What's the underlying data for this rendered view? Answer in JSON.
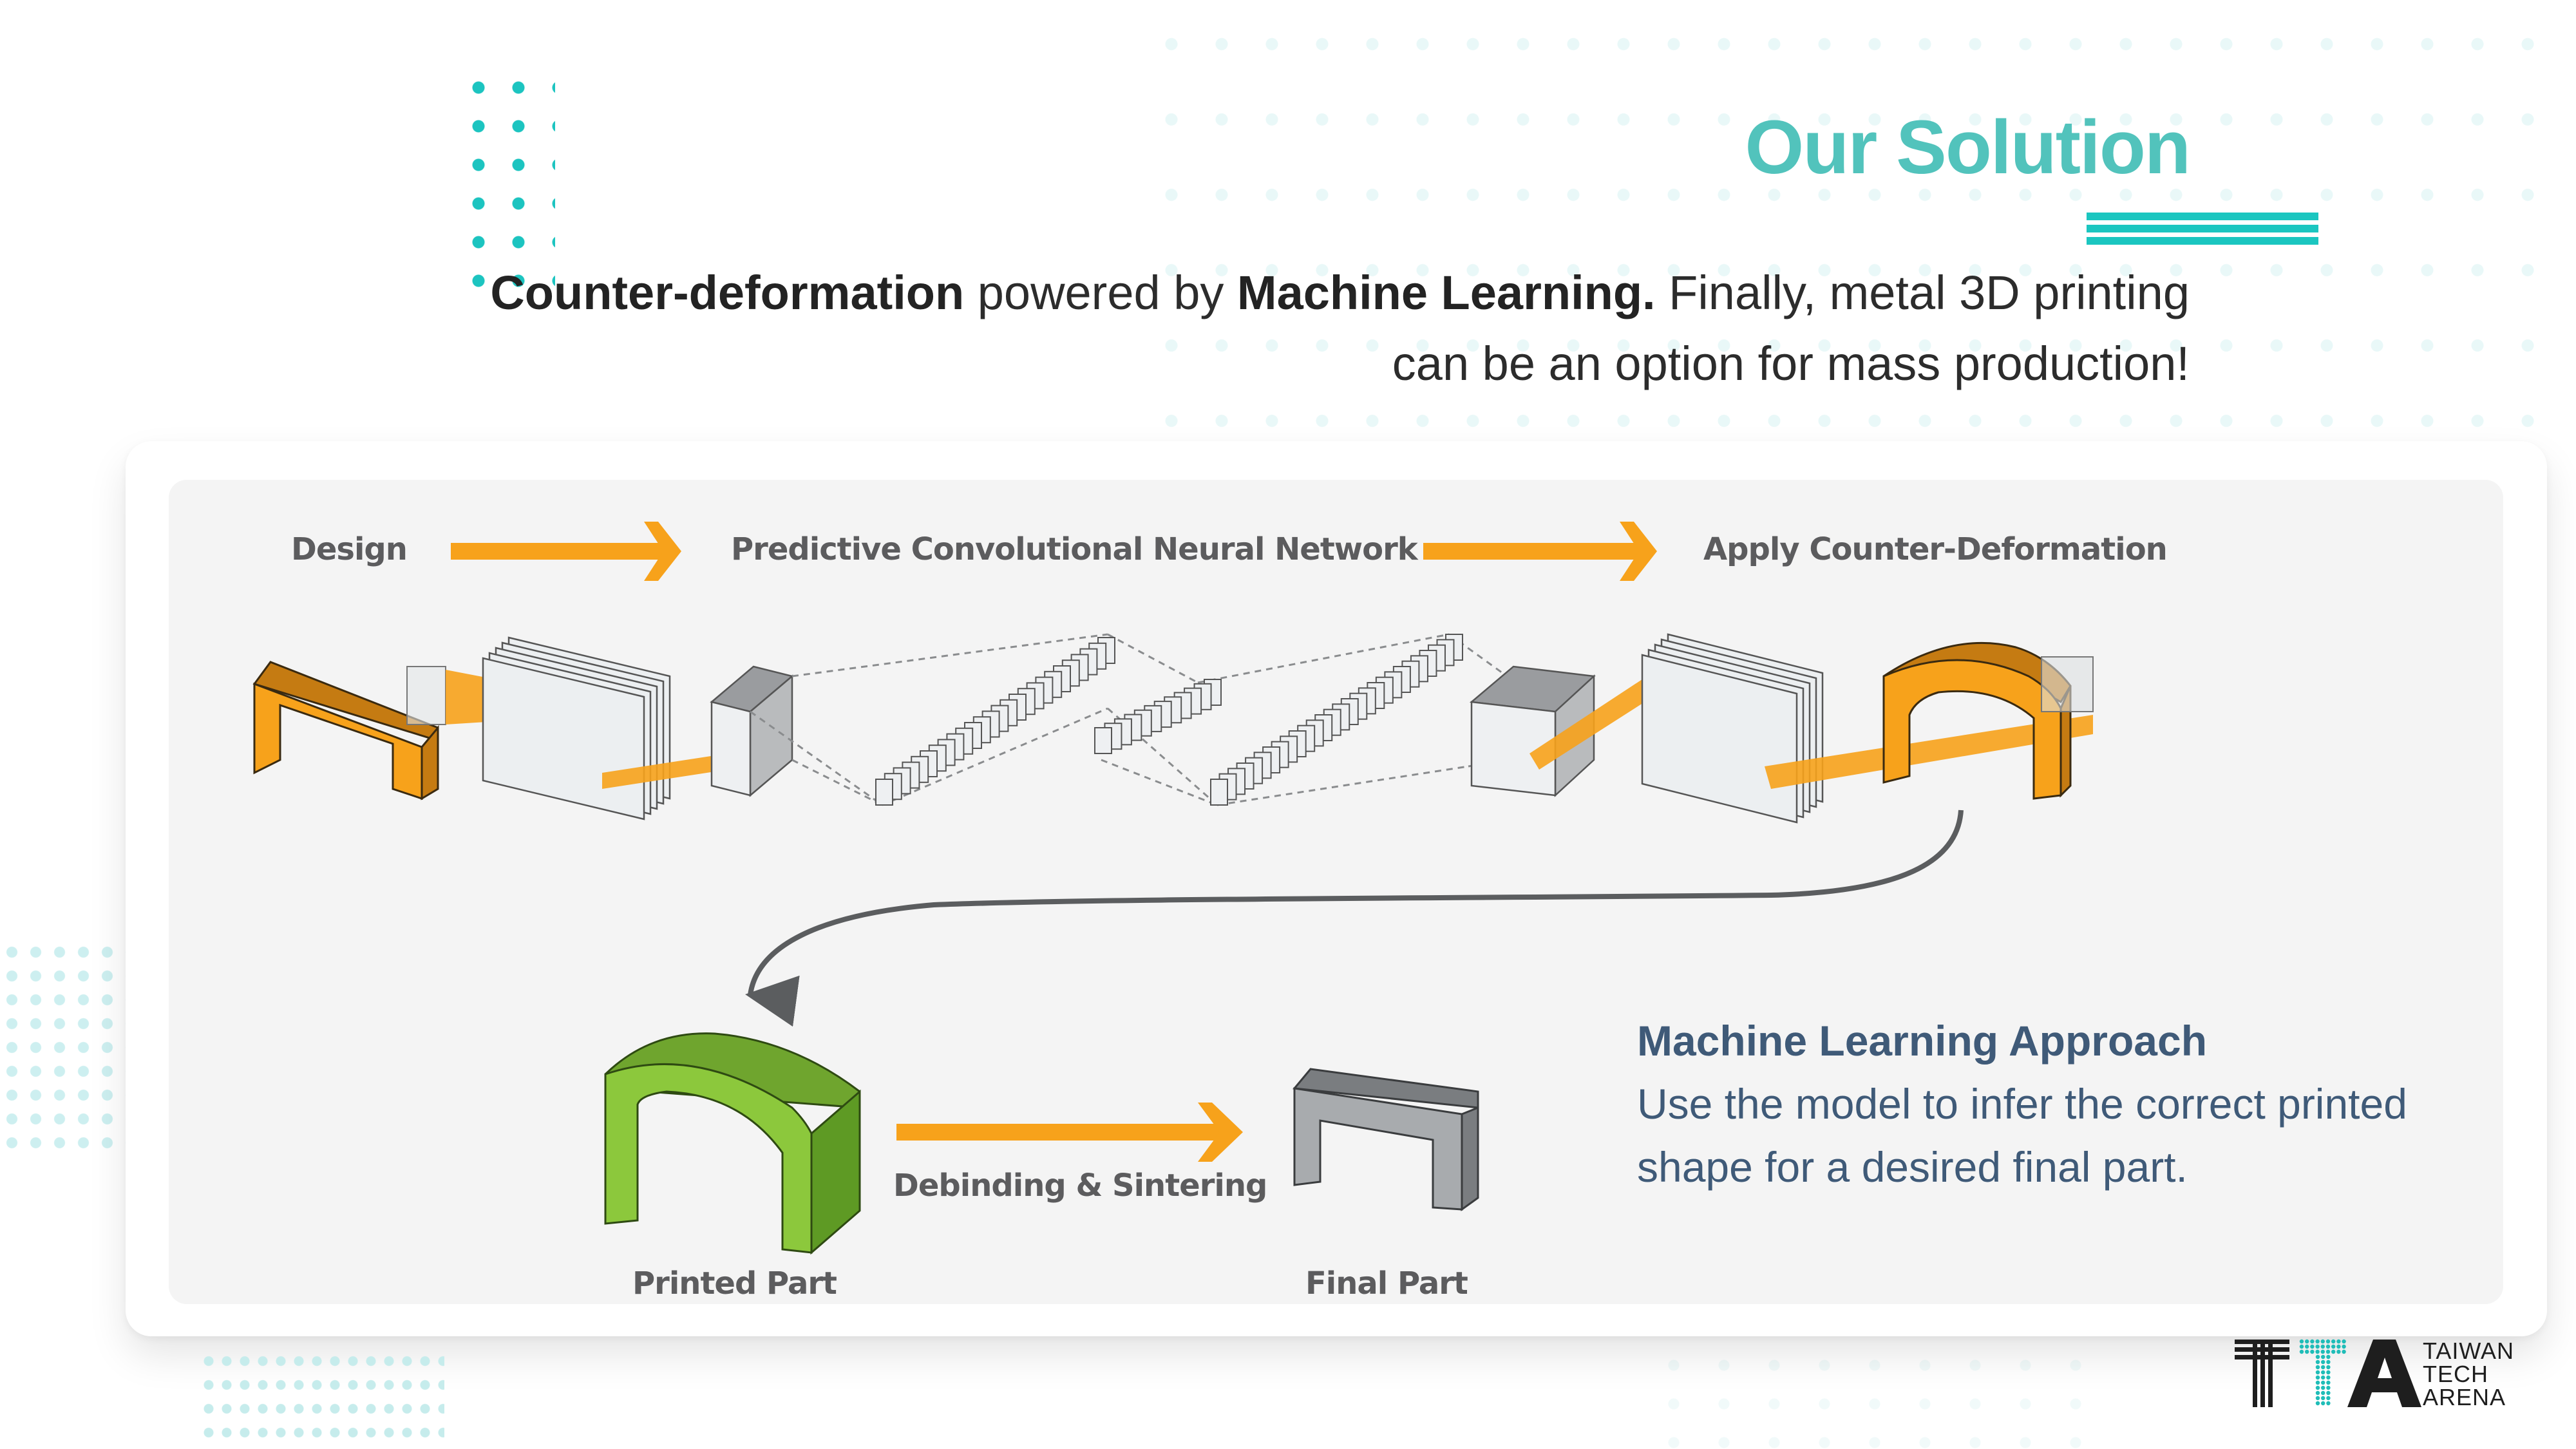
{
  "header": {
    "title": "Our Solution",
    "subtitle": {
      "part1_bold": "Counter-deformation",
      "part2": " powered by ",
      "part3_bold": "Machine Learning.",
      "part4": " Finally, metal 3D printing can be an option for mass production!"
    }
  },
  "diagram": {
    "stage_labels": {
      "design": "Design",
      "cnn": "Predictive Convolutional Neural Network",
      "apply": "Apply Counter-Deformation",
      "printed_part": "Printed Part",
      "process": "Debinding & Sintering",
      "final_part": "Final Part"
    },
    "colors": {
      "orange": "#f7a21b",
      "orange_dark": "#c57b12",
      "green": "#8cc83c",
      "green_dark": "#5e9a24",
      "gray_part": "#a8abae",
      "gray_part_dark": "#7a7d80",
      "connector": "#5b5d5f"
    }
  },
  "callout": {
    "heading": "Machine Learning Approach",
    "body": "Use the model to infer the correct printed shape for a desired final part."
  },
  "logo": {
    "mark": "TTA",
    "lines": [
      "TAIWAN",
      "TECH",
      "ARENA"
    ]
  },
  "theme": {
    "accent": "#1cc4c0",
    "title_color": "#52c3bc",
    "text_dark": "#2c2c2c",
    "callout_color": "#3f5a78",
    "panel_bg": "#f4f4f4"
  }
}
